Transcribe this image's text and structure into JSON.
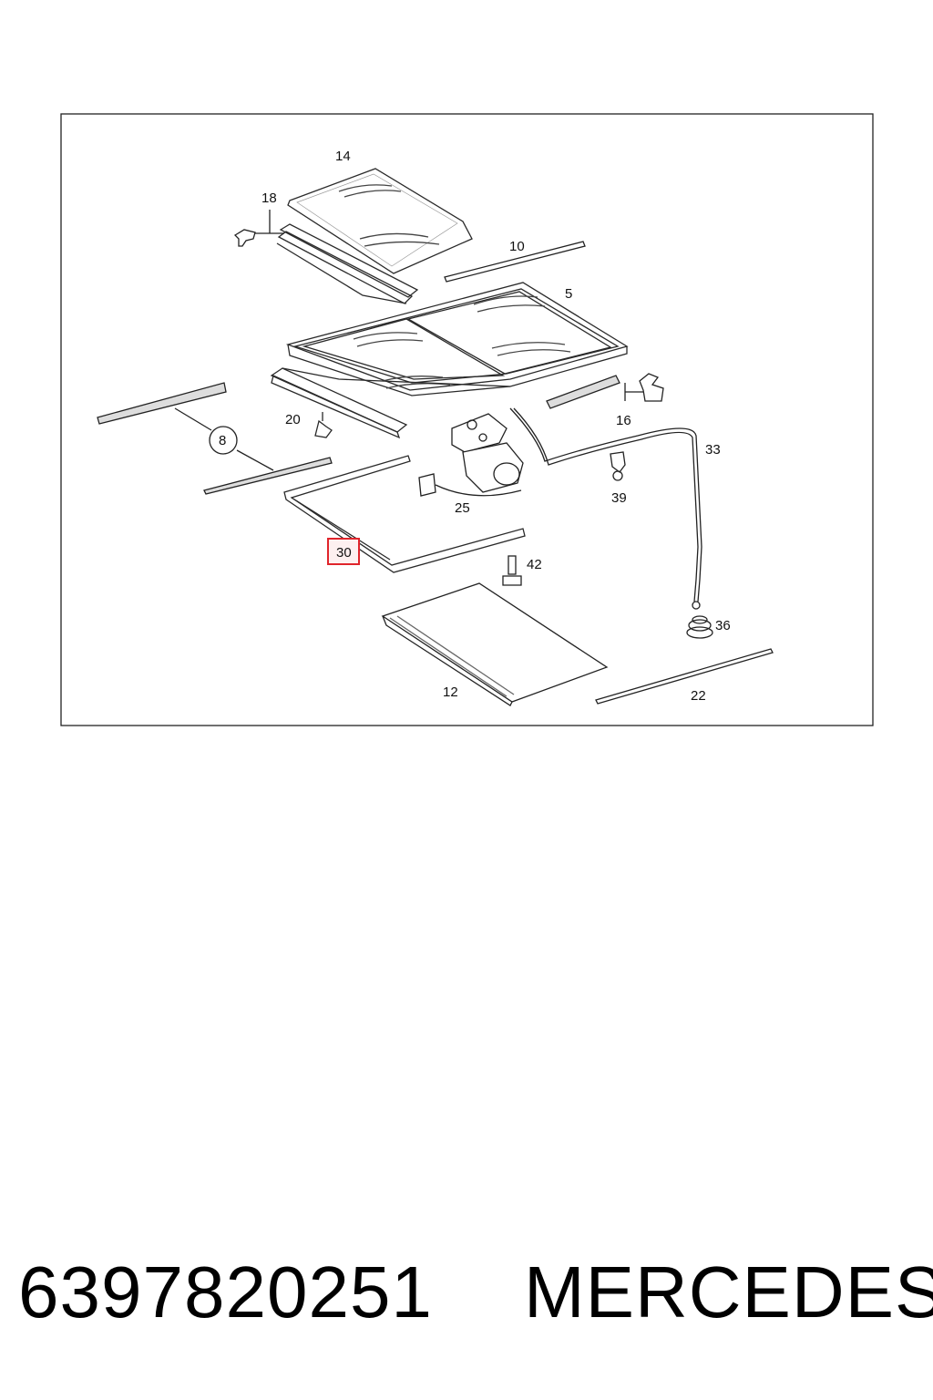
{
  "callouts": {
    "c14": "14",
    "c18": "18",
    "c10": "10",
    "c5": "5",
    "c16": "16",
    "c20": "20",
    "c8": "8",
    "c33": "33",
    "c25": "25",
    "c39": "39",
    "c30": "30",
    "c42": "42",
    "c36": "36",
    "c12": "12",
    "c22": "22"
  },
  "highlight": {
    "callout": "30",
    "color": "#e0242b"
  },
  "footer": {
    "part_number": "6397820251",
    "brand": "MERCEDES"
  }
}
